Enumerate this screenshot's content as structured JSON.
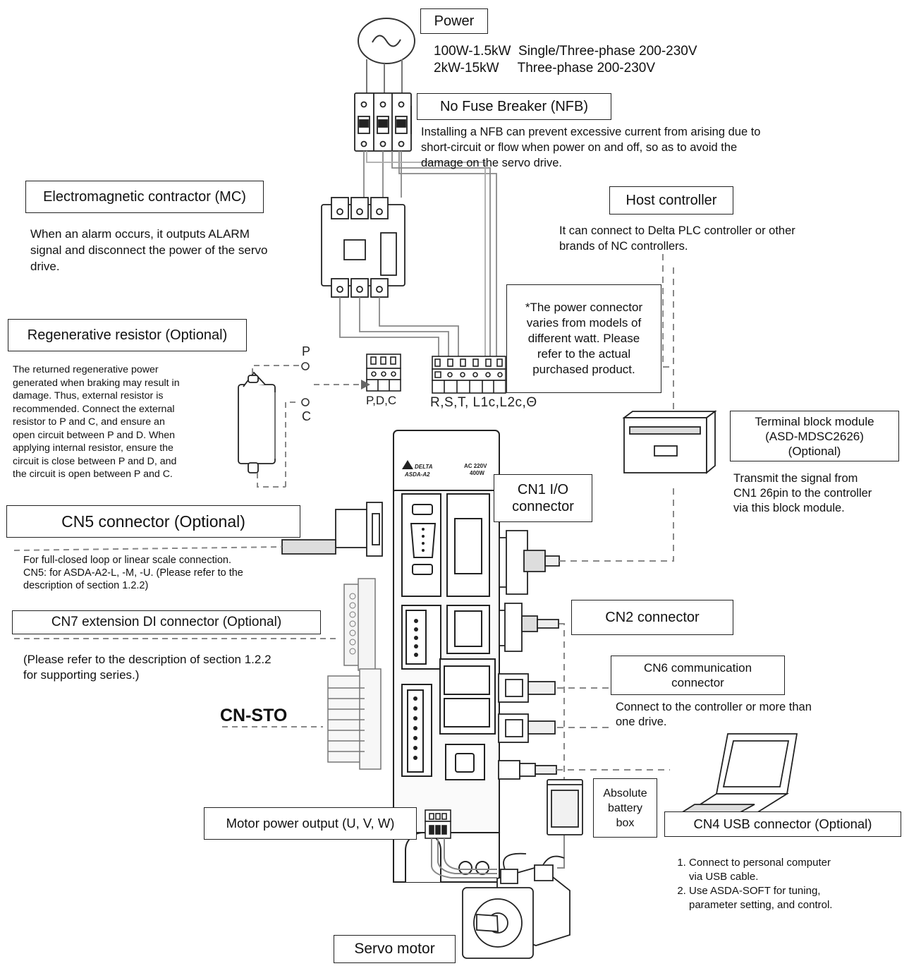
{
  "power": {
    "title": "Power",
    "spec_line1": "100W-1.5kW  Single/Three-phase 200-230V",
    "spec_line2": "2kW-15kW     Three-phase 200-230V"
  },
  "nfb": {
    "title": "No Fuse Breaker (NFB)",
    "description": "Installing a NFB can prevent excessive current from arising due to\nshort-circuit or flow when power on and off, so as to avoid the\ndamage on the servo drive."
  },
  "mc": {
    "title": "Electromagnetic contractor (MC)",
    "description": "When an alarm occurs, it outputs ALARM\nsignal and disconnect the power of the servo\ndrive."
  },
  "host": {
    "title": "Host controller",
    "description": "It can connect to Delta PLC controller or other\nbrands of NC controllers."
  },
  "power_connector_note": "*The power connector\nvaries from models of\ndifferent watt. Please\nrefer to the actual\npurchased product.",
  "regen": {
    "title": "Regenerative resistor (Optional)",
    "description": "The returned regenerative power\ngenerated when braking may result in\ndamage. Thus, external resistor is\nrecommended. Connect the external\nresistor to P and C, and ensure an\nopen circuit between P and D. When\napplying internal resistor, ensure the\ncircuit is close between P and D, and\nthe circuit is open between P and C.",
    "terminal_p": "P",
    "terminal_c": "C"
  },
  "pdc_label": "P,D,C",
  "rst_label": "R,S,T, L1c,L2c,Θ",
  "terminal_block": {
    "title": "Terminal block module\n(ASD-MDSC2626)\n(Optional)",
    "description": "Transmit the signal from\nCN1 26pin to the controller\nvia this block module."
  },
  "cn1": {
    "title": "CN1 I/O\nconnector"
  },
  "cn5": {
    "title": "CN5 connector (Optional)",
    "description": "For full-closed loop or linear scale connection.\nCN5: for ASDA-A2-L, -M, -U. (Please refer to the\ndescription of section 1.2.2)"
  },
  "cn7": {
    "title": "CN7 extension DI connector (Optional)",
    "description": "(Please refer to the description of section 1.2.2\n for supporting series.)"
  },
  "cn_sto": {
    "title": "CN-STO"
  },
  "cn2": {
    "title": "CN2 connector"
  },
  "cn6": {
    "title": "CN6 communication\nconnector",
    "description": "Connect to the controller or more than\none drive."
  },
  "battery": {
    "title": "Absolute\nbattery\nbox"
  },
  "cn4": {
    "title": "CN4 USB connector (Optional)",
    "items": [
      "Connect to personal computer\nvia USB cable.",
      "Use ASDA-SOFT for tuning,\nparameter setting, and control."
    ]
  },
  "motor_output": {
    "title": "Motor power output (U, V, W)"
  },
  "servo_motor": {
    "title": "Servo motor"
  },
  "drive": {
    "brand": "DELTA",
    "model": "ASDA-A2",
    "rating_line1": "AC 220V",
    "rating_line2": "400W"
  }
}
